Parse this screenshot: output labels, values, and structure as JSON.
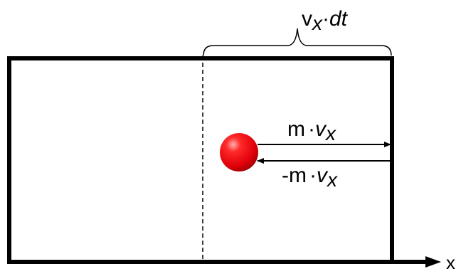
{
  "labels": {
    "width_v": "v",
    "width_sub": "x",
    "width_dot": "·",
    "width_dt": "dt",
    "momentum_m": "m",
    "momentum_dot": "·",
    "momentum_v": "v",
    "momentum_sub": "x",
    "reverse_m": "-m",
    "reverse_dot": "·",
    "reverse_v": "v",
    "reverse_sub": "x",
    "axis_label": "x"
  },
  "colors": {
    "ball": "#e8000a",
    "ball_highlight": "#ff9a9a",
    "lines": "#000000"
  }
}
